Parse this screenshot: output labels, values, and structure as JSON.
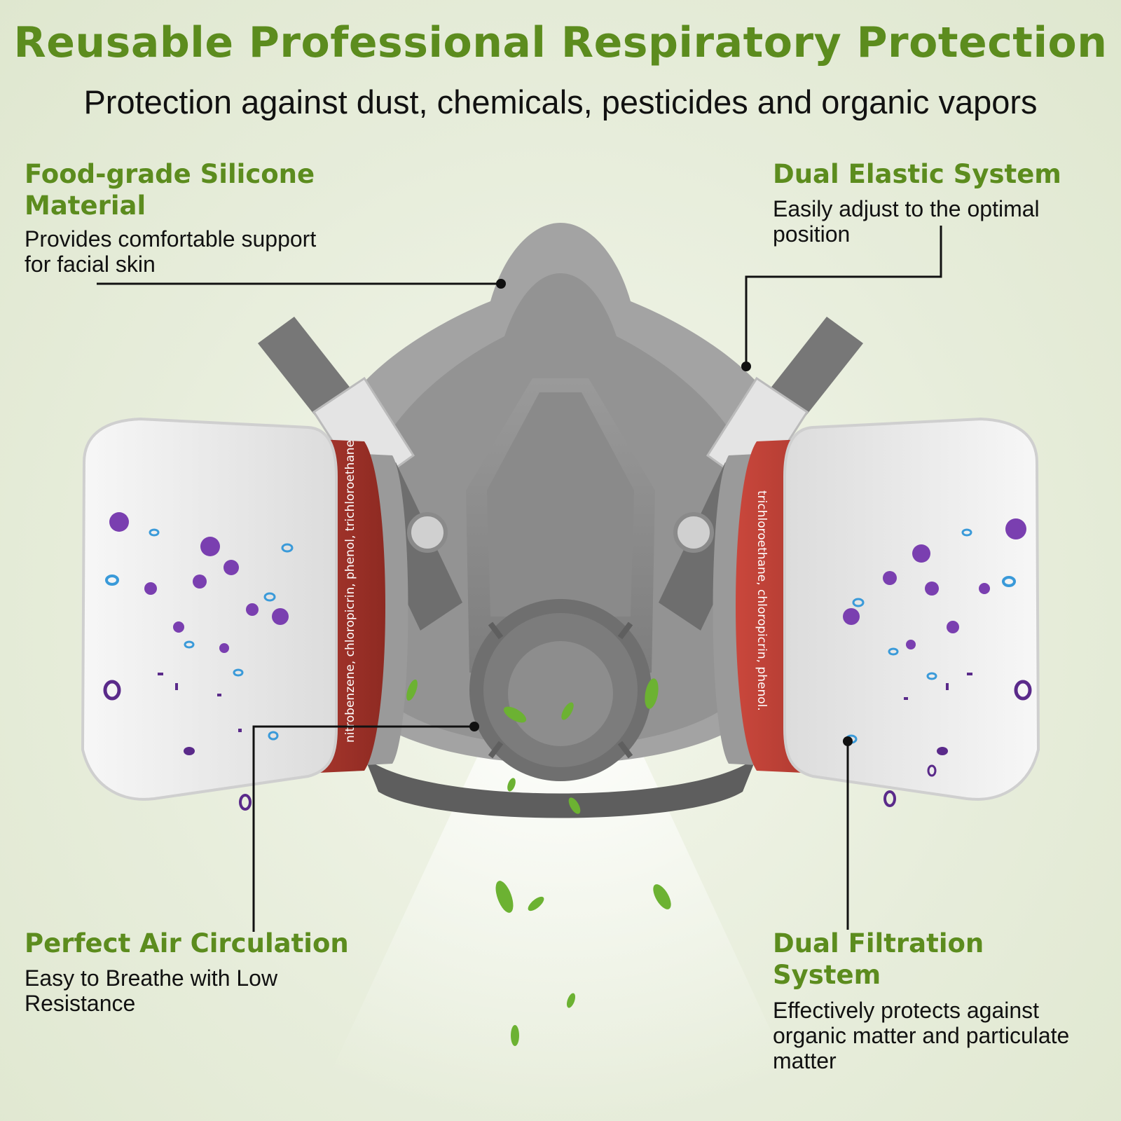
{
  "header": {
    "title": "Reusable Professional Respiratory Protection",
    "subtitle": "Protection against dust, chemicals, pesticides and organic vapors"
  },
  "features": {
    "silicone": {
      "title_line1": "Food-grade Silicone",
      "title_line2": "Material",
      "desc_line1": "Provides comfortable support",
      "desc_line2": "for facial skin"
    },
    "elastic": {
      "title": "Dual Elastic System",
      "desc_line1": "Easily adjust to the optimal",
      "desc_line2": "position"
    },
    "air": {
      "title": "Perfect Air Circulation",
      "desc_line1": "Easy to Breathe with Low",
      "desc_line2": "Resistance"
    },
    "filtration": {
      "title_line1": "Dual Filtration",
      "title_line2": "System",
      "desc_line1": "Effectively protects against",
      "desc_line2": "organic matter and particulate",
      "desc_line3": "matter"
    }
  },
  "cartridge": {
    "label_left": "nitrobenzene, chloropicrin, phenol, trichloroethane",
    "label_right": "trichloroethane, chloropicrin, phenol."
  },
  "colors": {
    "accent_green": "#5c8c1e",
    "mask_gray": "#8e8e8e",
    "filter_red": "#b5382f",
    "particle_purple": "#7a3fb0",
    "particle_blue": "#3a9ad9"
  }
}
